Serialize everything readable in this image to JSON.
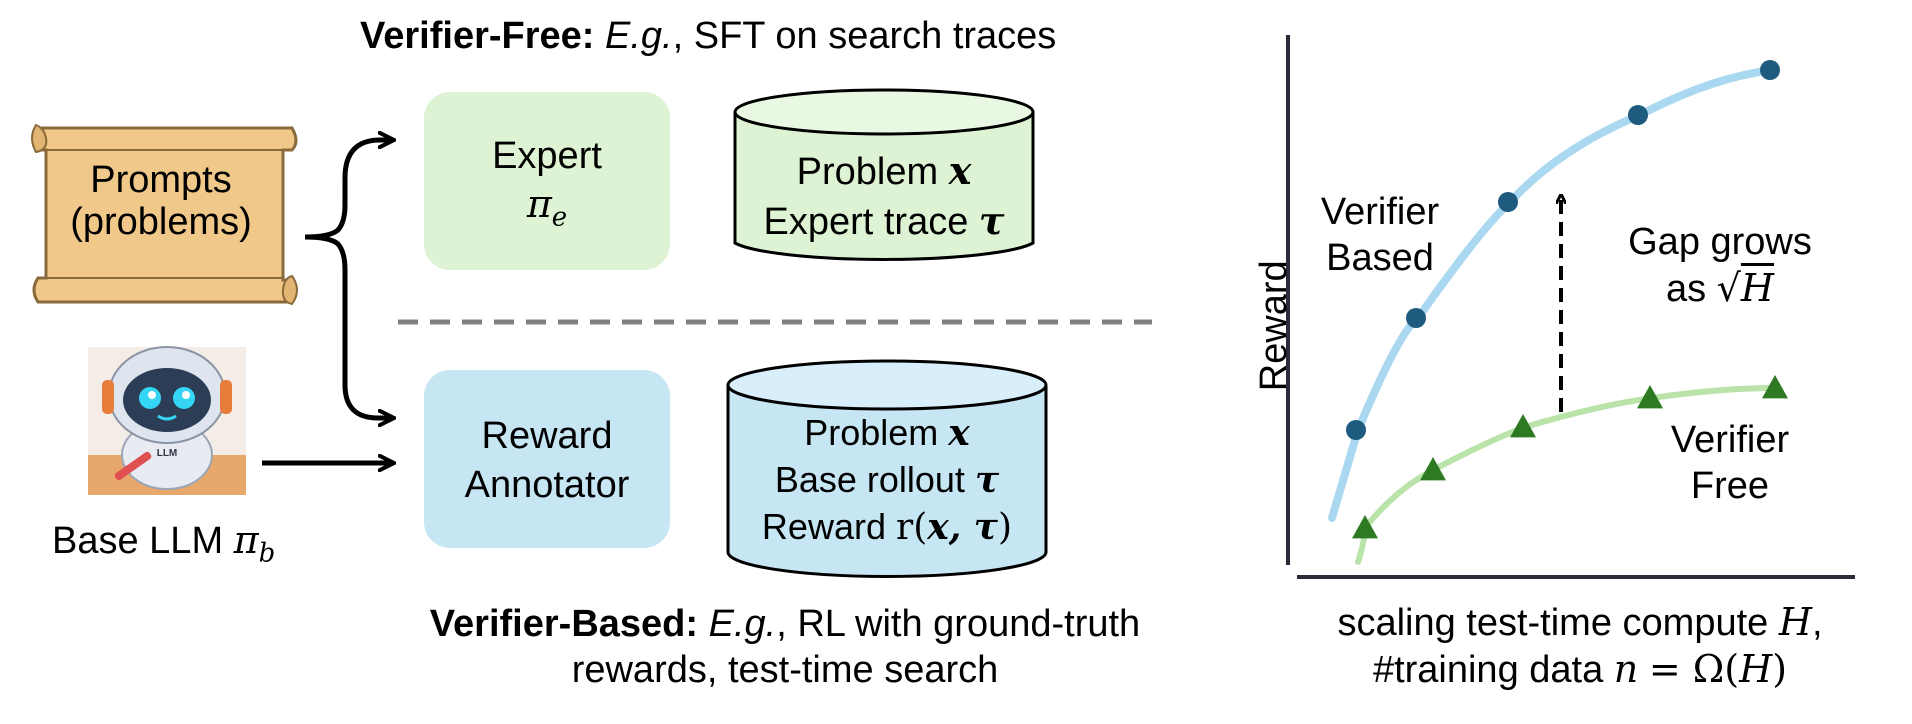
{
  "top_title": {
    "bold": "Verifier-Free:",
    "italic": "E.g.",
    "rest": ", SFT on search traces"
  },
  "bottom_title": {
    "bold": "Verifier-Based:",
    "italic": "E.g.",
    "rest1": ", RL with ground-truth",
    "line2": "rewards, test-time search"
  },
  "prompts": {
    "line1": "Prompts",
    "line2": "(problems)"
  },
  "base_llm": {
    "label": "Base LLM",
    "symbol": "π",
    "sub": "b",
    "badge": "LLM"
  },
  "expert_box": {
    "line1": "Expert",
    "symbol": "π",
    "sub": "e"
  },
  "reward_box": {
    "line1": "Reward",
    "line2": "Annotator"
  },
  "expert_db": {
    "line1_text": "Problem",
    "line1_var": "x",
    "line2_text": "Expert trace",
    "line2_var": "τ"
  },
  "reward_db": {
    "line1_text": "Problem",
    "line1_var": "x",
    "line2_text": "Base rollout",
    "line2_var": "τ",
    "line3_text": "Reward",
    "line3_fn": "r(",
    "line3_args": "x, τ",
    "line3_close": ")"
  },
  "chart": {
    "ylabel": "Reward",
    "xlabel_line1_text": "scaling test-time compute",
    "xlabel_line1_var": "H",
    "xlabel_line2_text": "#training data",
    "xlabel_line2_var": "n",
    "xlabel_line2_eq": "= Ω(",
    "xlabel_line2_var2": "H",
    "xlabel_line2_close": ")",
    "label_verifier_based": [
      "Verifier",
      "Based"
    ],
    "label_verifier_free": [
      "Verifier",
      "Free"
    ],
    "gap_line1": "Gap grows",
    "gap_line2_text": "as",
    "gap_line2_root": "√",
    "gap_line2_var": "H"
  },
  "colors": {
    "green_box": "#ddf3d3",
    "blue_box": "#c6e6f4",
    "verifier_based_curve": "#a9d8f0",
    "verifier_based_marker": "#1f5b7e",
    "verifier_free_curve": "#b9e3a8",
    "verifier_free_marker": "#2e7a22",
    "scroll_fill": "#f0c98a",
    "scroll_stroke": "#8a6a3a"
  }
}
